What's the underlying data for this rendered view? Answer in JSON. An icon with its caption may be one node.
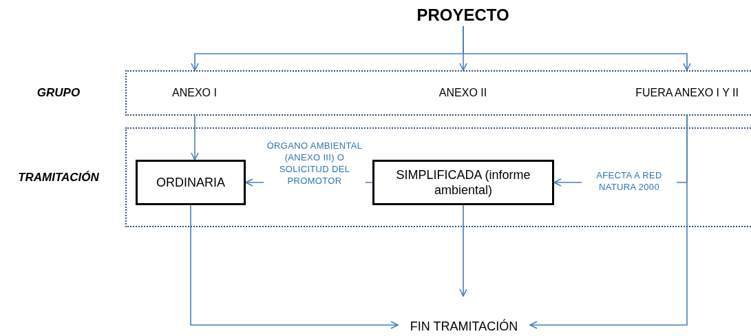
{
  "diagram": {
    "nodes": [
      {
        "text": [
          "PROYECTO"
        ]
      },
      {
        "text": [
          "GRUPO"
        ]
      },
      {
        "text": [
          "ANEXO I"
        ],
        "in": 1
      },
      {
        "text": [
          "ANEXO II"
        ],
        "in": 1
      },
      {
        "text": [
          "FUERA ANEXO I Y II"
        ],
        "in": 1
      },
      {
        "text": [
          "TRAMITACIÓN"
        ]
      },
      {
        "text": [
          "ORDINARIA"
        ],
        "in": 5
      },
      {
        "text": [
          "SIMPLIFICADA (informe ambiental)"
        ],
        "in": 5
      },
      {
        "text": [
          "FIN TRAMITACIÓN"
        ]
      }
    ],
    "edges": [
      {
        "from": 0,
        "to": 2,
        "arrow": "to"
      },
      {
        "from": 0,
        "to": 3,
        "arrow": "to"
      },
      {
        "from": 0,
        "to": 4,
        "arrow": "to"
      },
      {
        "from": 2,
        "to": 6,
        "arrow": "to"
      },
      {
        "from": 7,
        "to": 6,
        "arrow": "to",
        "label": "ÓRGANO AMBIENTAL (ANEXO III) O SOLICITUD DEL PROMOTOR"
      },
      {
        "from": 4,
        "to": 7,
        "arrow": "to",
        "label": "AFECTA A RED NATURA 2000"
      },
      {
        "from": 6,
        "to": 8,
        "arrow": "to"
      },
      {
        "from": 7,
        "to": 8,
        "arrow": "to"
      },
      {
        "from": 4,
        "to": 8,
        "arrow": "to"
      }
    ]
  }
}
